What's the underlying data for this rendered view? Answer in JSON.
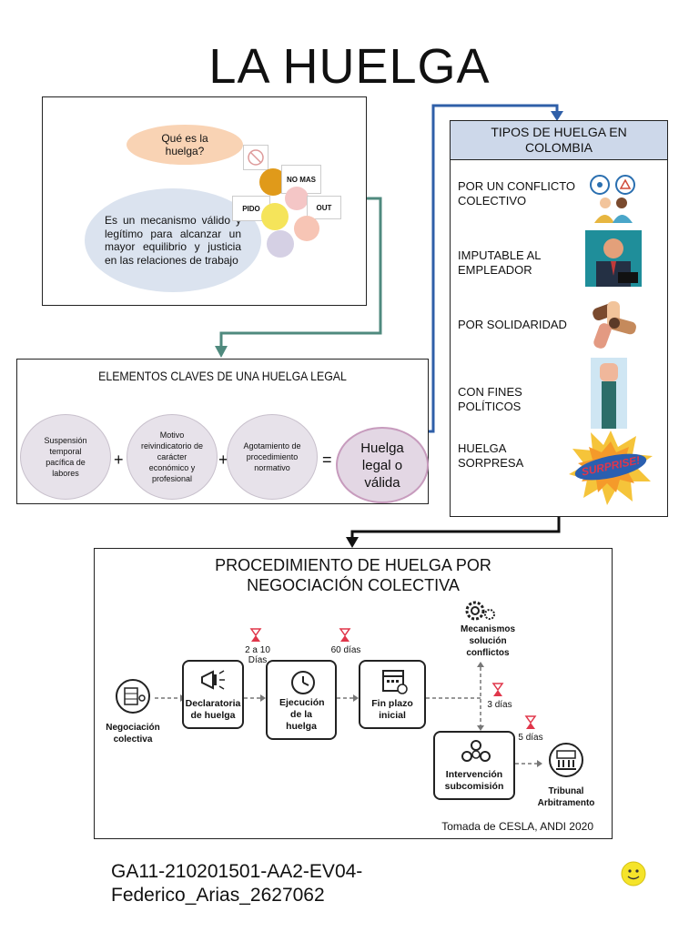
{
  "title": "LA HUELGA",
  "intro_panel": {
    "question": "Qué es la huelga?",
    "answer": "Es un mecanismo válido y legítimo para alcanzar un mayor equilibrio y justicia en las relaciones de trabajo",
    "signs": [
      "NO MAS",
      "PIDO",
      "OUT"
    ]
  },
  "elements_panel": {
    "heading": "ELEMENTOS CLAVES DE UNA HUELGA LEGAL",
    "items": [
      "Suspensión temporal pacífica de labores",
      "Motivo reivindicatorio de carácter económico y profesional",
      "Agotamiento de procedimiento normativo"
    ],
    "operators": [
      "+",
      "+",
      "="
    ],
    "result": "Huelga legal o válida"
  },
  "types_panel": {
    "heading": "TIPOS DE HUELGA EN COLOMBIA",
    "types": [
      {
        "label": "POR UN CONFLICTO COLECTIVO",
        "icon": "people-discussion-icon"
      },
      {
        "label": "IMPUTABLE AL EMPLEADOR",
        "icon": "angry-employer-icon"
      },
      {
        "label": "POR SOLIDARIDAD",
        "icon": "stacked-hands-icon"
      },
      {
        "label": "CON FINES POLÍTICOS",
        "icon": "raised-fist-icon"
      },
      {
        "label": "HUELGA SORPRESA",
        "icon": "surprise-burst-icon"
      }
    ],
    "surprise_word": "SURPRISE!"
  },
  "procedure_panel": {
    "heading_line1": "PROCEDIMIENTO DE HUELGA POR",
    "heading_line2": "NEGOCIACIÓN COLECTIVA",
    "start": "Negociación colectiva",
    "steps": [
      "Declaratoria de huelga",
      "Ejecución de la huelga",
      "Fin plazo inicial",
      "Intervención subcomisión"
    ],
    "durations": [
      "2 a 10 Días",
      "60 días",
      "3 días",
      "5 días"
    ],
    "mechanisms": "Mecanismos solución conflictos",
    "tribunal": "Tribunal Arbitramento",
    "source": "Tomada de CESLA, ANDI 2020"
  },
  "footer": {
    "line1": "GA11-210201501-AA2-EV04-",
    "line2": "Federico_Arias_2627062"
  },
  "colors": {
    "teal_arrow": "#4f8a7e",
    "blue_arrow": "#2f5fa8",
    "types_header_bg": "#cdd8ea",
    "bubble_orange": "#f9d3b4",
    "bubble_blue": "#dbe3ef",
    "hourglass_red": "#e0364a"
  }
}
